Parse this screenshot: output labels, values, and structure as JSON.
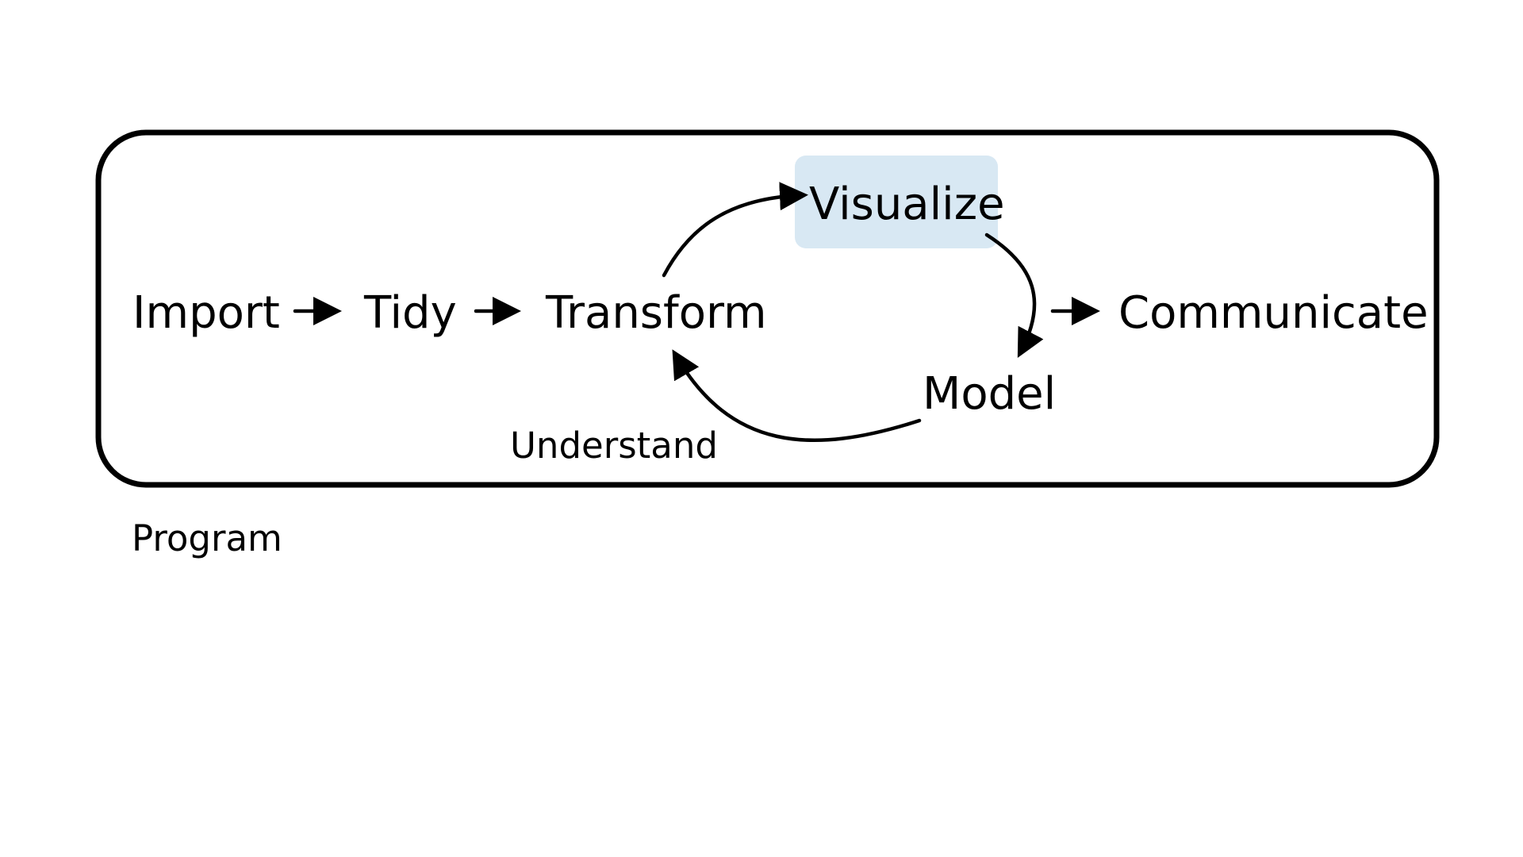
{
  "nodes": {
    "import": "Import",
    "tidy": "Tidy",
    "transform": "Transform",
    "visualize": "Visualize",
    "model": "Model",
    "communicate": "Communicate"
  },
  "labels": {
    "understand": "Understand",
    "program": "Program"
  },
  "colors": {
    "highlight": "#d8e8f3",
    "stroke": "#000000",
    "background": "#ffffff"
  }
}
